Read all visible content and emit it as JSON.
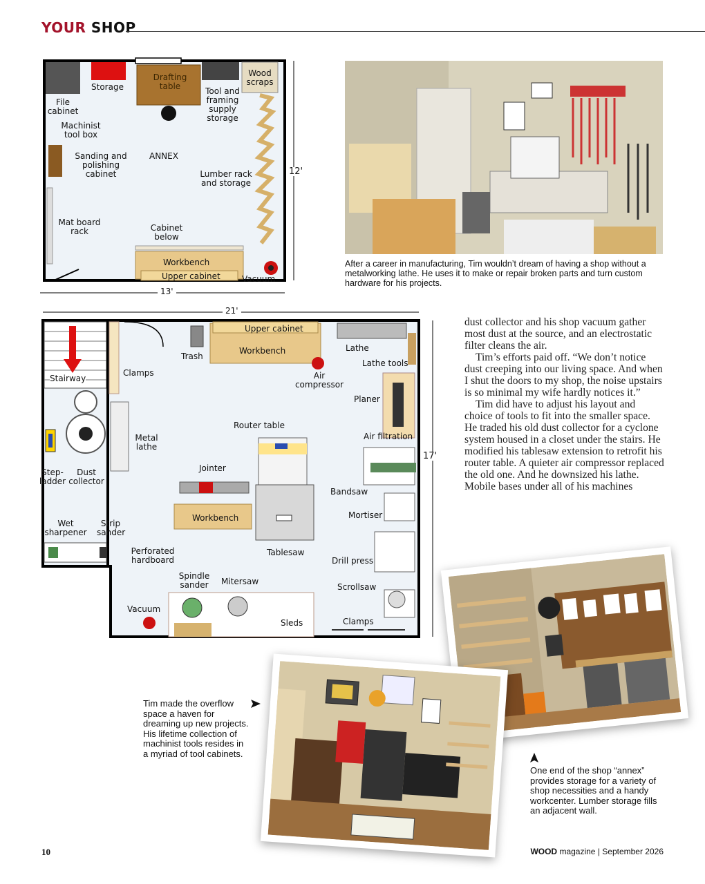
{
  "header": {
    "section_red": "YOUR",
    "section_black": "SHOP"
  },
  "annex_plan": {
    "width_dim": "13'",
    "height_dim": "12'",
    "labels": {
      "storage": "Storage",
      "drafting": "Drafting table",
      "tool_framing": "Tool and framing supply storage",
      "wood_scraps": "Wood scraps",
      "file_cabinet": "File cabinet",
      "machinist": "Machinist tool box",
      "sanding": "Sanding and polishing cabinet",
      "annex": "ANNEX",
      "lumber": "Lumber rack and storage",
      "matboard": "Mat board rack",
      "cabinet_below": "Cabinet below",
      "workbench": "Workbench",
      "upper_cabinet": "Upper cabinet",
      "vacuum": "Vacuum"
    }
  },
  "main_plan": {
    "width_dim": "21'",
    "height_dim": "17'",
    "labels": {
      "upper_cabinet": "Upper cabinet",
      "trash": "Trash",
      "workbench_top": "Workbench",
      "lathe": "Lathe",
      "lathe_tools": "Lathe tools",
      "stairway": "Stairway",
      "clamps_left": "Clamps",
      "air_compressor": "Air compressor",
      "planer": "Planer",
      "router_table": "Router table",
      "metal_lathe": "Metal lathe",
      "air_filtration": "Air filtration",
      "dust_collector": "Dust collector",
      "stepladder": "Step-ladder",
      "jointer": "Jointer",
      "bandsaw": "Bandsaw",
      "workbench_mid": "Workbench",
      "mortiser": "Mortiser",
      "wet_sharpener": "Wet sharpener",
      "strip_sander": "Strip sander",
      "tablesaw": "Tablesaw",
      "perforated": "Perforated hardboard",
      "drill_press": "Drill press",
      "spindle_sander": "Spindle sander",
      "mitersaw": "Mitersaw",
      "scrollsaw": "Scrollsaw",
      "vacuum": "Vacuum",
      "sleds": "Sleds",
      "clamps_bottom": "Clamps"
    }
  },
  "captions": {
    "top_photo": "After a career in manufacturing, Tim wouldn’t dream of having a shop without a metalworking lathe. He uses it to make or repair broken parts and turn custom hardware for his projects.",
    "left_photo": "Tim made the overflow space a haven for dreaming up new projects. His lifetime collection of machinist tools resides in a myriad of tool cabinets.",
    "right_photo": "One end of the shop “annex” provides storage for a variety of shop necessities and a handy workcenter. Lumber storage fills an adjacent wall."
  },
  "article": {
    "p1": "dust collector and his shop vacuum gather most dust at the source, and an electrostatic filter cleans the air.",
    "p2": "Tim’s efforts paid off. “We don’t notice dust creeping into our living space. And when I shut the doors to my shop, the noise upstairs is so minimal my wife hardly notices it.”",
    "p3": "Tim did have to adjust his layout and choice of tools to fit into the smaller space. He traded his old dust collector for a cyclone system housed in a closet under the stairs. He modified his tablesaw extension to retrofit his router table. A quieter air compressor replaced the old one. And he downsized his lathe. Mobile bases under all of his machines"
  },
  "footer": {
    "page_number": "10",
    "magazine": "WOOD",
    "magazine_rest": "magazine | September 2026"
  },
  "colors": {
    "accent_red": "#a3122a",
    "floor": "#eef3f8",
    "wood": "#e8c88a"
  },
  "icons": {
    "arrow": "right-pointing-triangle",
    "arrow_up": "up-pointing-triangle"
  }
}
